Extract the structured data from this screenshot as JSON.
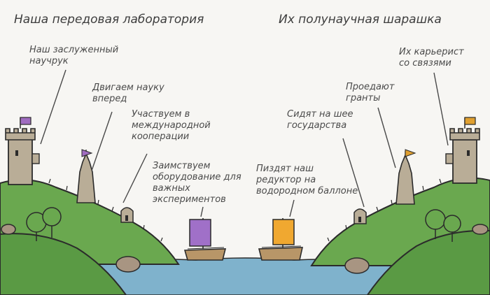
{
  "headers": {
    "left": "Наша передовая лаборатория",
    "right": "Их полунаучная шарашка"
  },
  "labels_left": {
    "advisor": "Наш заслуженный\nнаучрук",
    "science": "Двигаем науку\nвперед",
    "cooperation": "Участвуем в\nмеждународной\nкооперации",
    "equipment": "Заимствуем\nоборудование для\nважных\nэкспериментов"
  },
  "labels_right": {
    "careerist": "Их карьерист\nсо связями",
    "grants": "Проедают\nгранты",
    "neck": "Сидят на шее\nгосударства",
    "reducer": "Пиздят наш\nредуктор на\nводородном баллоне"
  },
  "colors": {
    "grass": "#6aa84f",
    "grass_dark": "#4f8a3c",
    "water": "#7fb2cc",
    "stone": "#b9ad97",
    "flag_left": "#a06cc0",
    "flag_right": "#e0a030",
    "sail_left": "#a070c8",
    "sail_right": "#f0a830"
  }
}
